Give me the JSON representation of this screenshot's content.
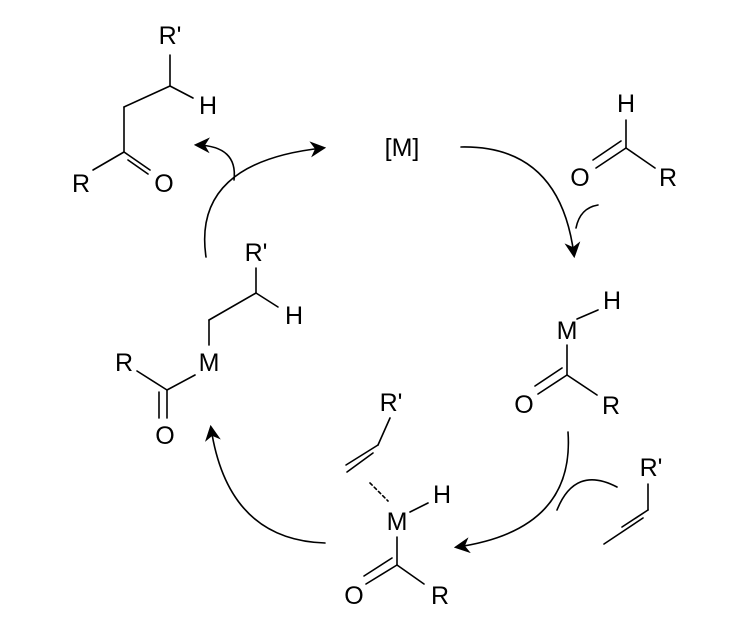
{
  "colors": {
    "background": "#ffffff",
    "ink": "#000000"
  },
  "catalyst": {
    "label": "[M]"
  },
  "aldehyde": {
    "h": "H",
    "o": "O",
    "r": "R"
  },
  "acyl_hydride": {
    "h": "H",
    "m": "M",
    "o": "O",
    "r": "R"
  },
  "alkene_incoming": {
    "r_prime": "R'"
  },
  "pi_complex": {
    "r_prime": "R'",
    "m": "M",
    "h": "H",
    "o": "O",
    "r": "R"
  },
  "alkyl_acyl": {
    "r_prime": "R'",
    "h": "H",
    "m": "M",
    "r": "R",
    "o": "O"
  },
  "ketone_product": {
    "r_prime": "R'",
    "h": "H",
    "r": "R",
    "o": "O"
  }
}
